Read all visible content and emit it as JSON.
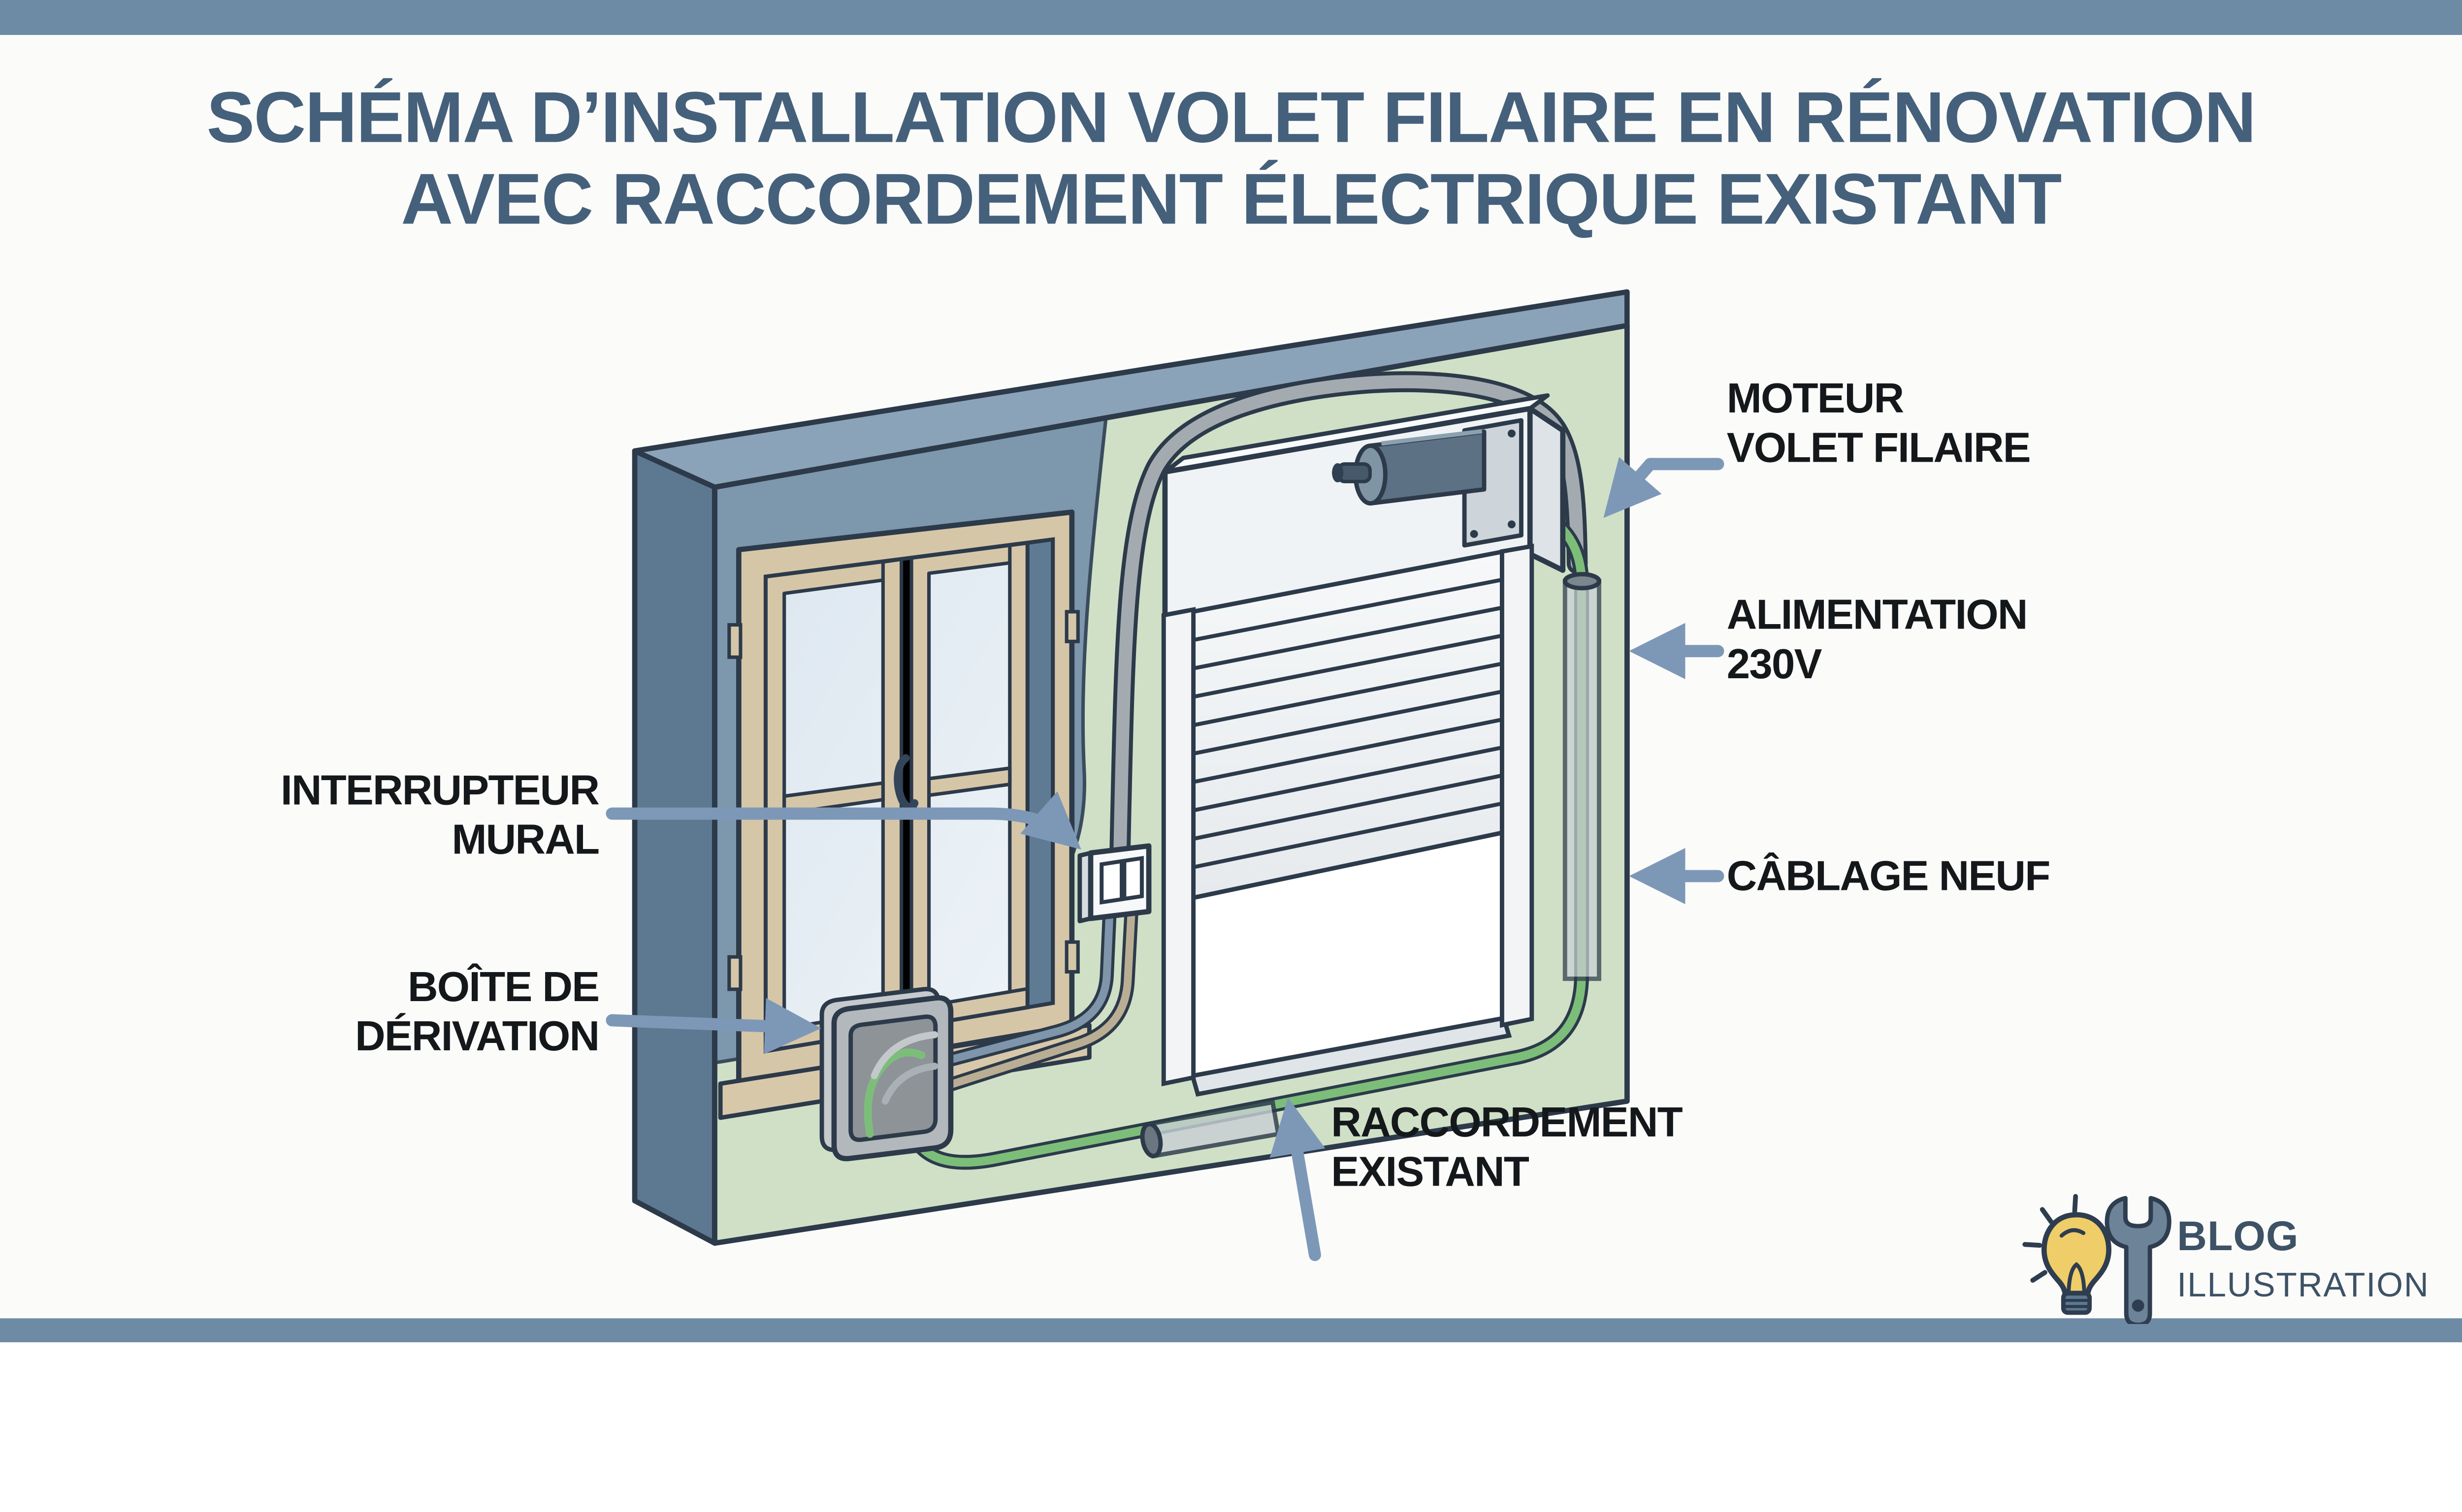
{
  "title": {
    "line1": "SCHÉMA D’INSTALLATION VOLET FILAIRE EN RÉNOVATION",
    "line2": "AVEC RACCORDEMENT ÉLECTRIQUE EXISTANT"
  },
  "labels": {
    "moteur": {
      "line1": "MOTEUR",
      "line2": "VOLET FILAIRE"
    },
    "alimentation": {
      "line1": "ALIMENTATION",
      "line2": "230V"
    },
    "cablage": {
      "line1": "CÂBLAGE NEUF"
    },
    "interrupteur": {
      "line1": "INTERRUPTEUR",
      "line2": "MURAL"
    },
    "boite": {
      "line1": "BOÎTE DE",
      "line2": "DÉRIVATION"
    },
    "raccordement": {
      "line1": "RACCORDEMENT",
      "line2": "EXISTANT"
    }
  },
  "logo": {
    "bold": "BLOG",
    "light": "ILLUSTRATION"
  },
  "colors": {
    "background": "#fbfbfa",
    "bar": "#6e8ba5",
    "title_text": "#45607b",
    "label_text": "#15181b",
    "arrow": "#7d98b7",
    "wall_side": "#5d7891",
    "wall_top": "#8ba3b8",
    "wall_front_blue": "#7d97ad",
    "wall_front_green": "#cfe0c7",
    "outline": "#2c3a4a",
    "window_frame_tan": "#d6c6a8",
    "glass": "#e4ecf3",
    "shutter_white": "#f0f3f5",
    "motor_gray": "#5c7183",
    "cable_green": "#7dbd7a",
    "conduit_gray": "#a3abb1",
    "bulb_yellow": "#efcd68",
    "wrench_gray": "#6d8398",
    "logo_text": "#3e5266"
  }
}
